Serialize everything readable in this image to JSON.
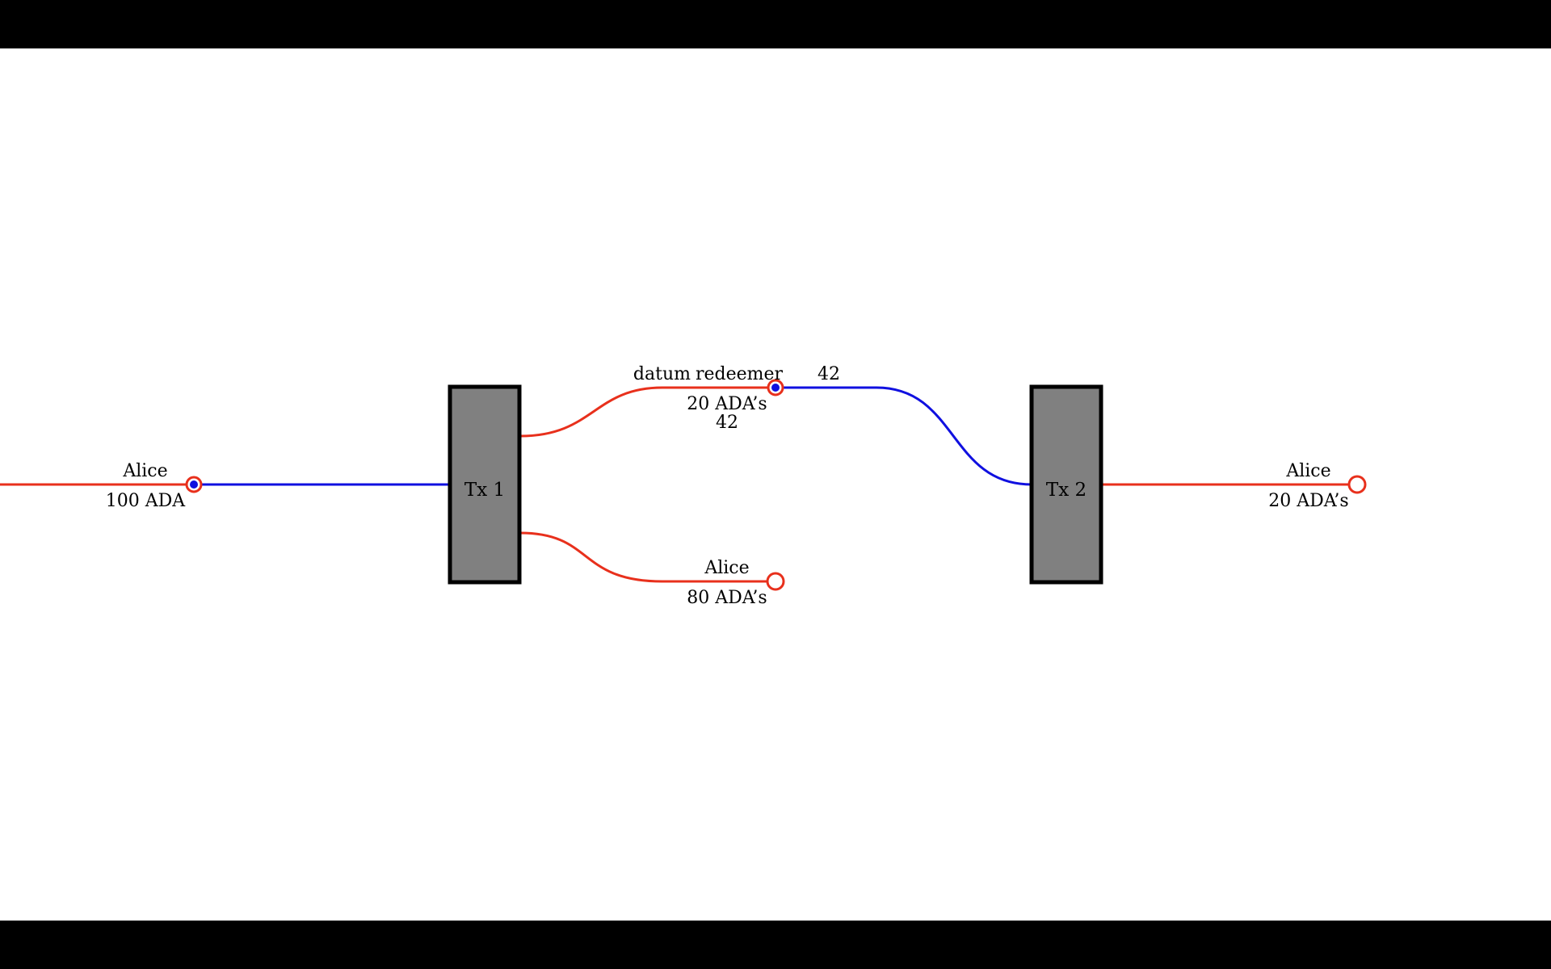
{
  "colors": {
    "red_wire": "#e8301c",
    "blue_wire": "#1010e0",
    "tx_box_fill": "#808080",
    "tx_box_stroke": "#000000",
    "background": "#ffffff",
    "letterbox": "#000000"
  },
  "transactions": [
    {
      "id": "tx1",
      "label": "Tx 1"
    },
    {
      "id": "tx2",
      "label": "Tx 2"
    }
  ],
  "utxos": {
    "alice_input": {
      "owner": "Alice",
      "amount": "100 ADA"
    },
    "script_output": {
      "datum_label": "datum",
      "redeemer_label": "redeemer",
      "redeemer_value": "42",
      "amount": "20 ADA’s",
      "datum_value": "42"
    },
    "alice_change": {
      "owner": "Alice",
      "amount": "80 ADA’s"
    },
    "alice_final": {
      "owner": "Alice",
      "amount": "20 ADA’s"
    }
  }
}
